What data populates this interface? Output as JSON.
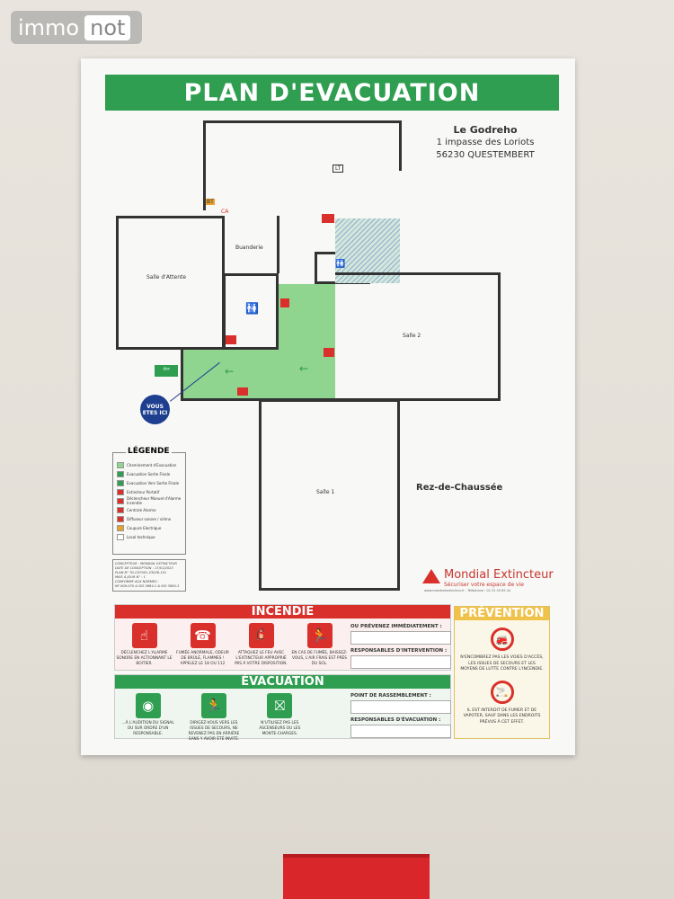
{
  "watermark": {
    "a": "immo",
    "b": "not"
  },
  "poster": {
    "title": "PLAN  D'EVACUATION",
    "address": {
      "name": "Le Godreho",
      "street": "1 impasse des Loriots",
      "city": "56230 QUESTEMBERT"
    },
    "rooms": {
      "lt": "LT",
      "buanderie": "Buanderie",
      "salle_attente": "Salle d'Attente",
      "salle2": "Salle 2",
      "salle1": "Salle 1",
      "bt": "BT",
      "ca": "CA"
    },
    "you_are_here": "VOUS ETES ICI",
    "floor_label": "Rez-de-Chaussée",
    "legend": {
      "title": "LÉGENDE",
      "items": [
        {
          "label": "Cheminement d'Evacuation",
          "color": "#8fd48f"
        },
        {
          "label": "Evacuation Sortie Finale",
          "color": "#2f9e50"
        },
        {
          "label": "Evacuation Vers Sortie Finale",
          "color": "#2f9e50"
        },
        {
          "label": "Extincteur Portatif",
          "color": "#d9302c"
        },
        {
          "label": "Déclencheur Manuel d'Alarme Incendie",
          "color": "#d9302c"
        },
        {
          "label": "Centrale Alarme",
          "color": "#d9302c"
        },
        {
          "label": "Diffuseur sonore / sirène",
          "color": "#d9302c"
        },
        {
          "label": "Coupure Electrique",
          "color": "#e8a030"
        },
        {
          "label": "Local technique",
          "color": "#ffffff"
        }
      ]
    },
    "info": [
      "CONCEPTEUR : MONDIAL EXTINCTEUR",
      "DATE DE CONCEPTION : 17/01/2023",
      "PLAN N° TG-C07001-23026-101",
      "MISE À JOUR N° : 1",
      "CONFORME AUX NORMES :",
      "NF X08-070 & ISO 3864-1 & ISO 3864-3"
    ],
    "brand": {
      "name": "Mondial Extincteur",
      "tagline": "Sécuriser votre espace de vie",
      "contact": "www.mondialextincteur.fr - Téléphone : 02 22 49 85 44"
    },
    "incendie": {
      "title": "INCENDIE",
      "color": "#d9302c",
      "items": [
        {
          "icon": "alarm-button-icon",
          "text": "DÉCLENCHEZ L'ALARME SONORE EN ACTIONNANT LE BOITIER."
        },
        {
          "icon": "phone-icon",
          "text": "FUMÉE ANORMALE, ODEUR DE BRÛLÉ, FLAMMES ! APPELEZ LE 18 OU 112"
        },
        {
          "icon": "extinguisher-icon",
          "text": "ATTAQUEZ LE FEU AVEC L'EXTINCTEUR APPROPRIÉ MIS À VOTRE DISPOSITION."
        },
        {
          "icon": "smoke-icon",
          "text": "EN CAS DE FUMÉE, BAISSEZ-VOUS, L'AIR FRAIS EST PRÈS DU SOL."
        }
      ],
      "field1": "OU PRÉVENEZ IMMÉDIATEMENT :",
      "field2": "RESPONSABLES D'INTERVENTION :"
    },
    "evacuation": {
      "title": "ÉVACUATION",
      "color": "#2f9e50",
      "items": [
        {
          "icon": "signal-icon",
          "text": "...À L'AUDITION DU SIGNAL OU SUR ORDRE D'UN RESPONSABLE."
        },
        {
          "icon": "exit-icon",
          "text": "DIRIGEZ-VOUS VERS LES ISSUES DE SECOURS, NE REVENEZ PAS EN ARRIÈRE SANS Y AVOIR ÉTÉ INVITÉ."
        },
        {
          "icon": "no-elevator-icon",
          "text": "N'UTILISEZ PAS LES ASCENSEURS OU LES MONTE-CHARGES."
        }
      ],
      "field1": "POINT DE RASSEMBLEMENT :",
      "field2": "RESPONSABLES D'ÉVACUATION :"
    },
    "prevention": {
      "title": "PRÉVENTION",
      "color": "#f0c24a",
      "items": [
        {
          "icon": "no-obstruction-icon",
          "text": "N'ENCOMBREZ PAS LES VOIES D'ACCÈS, LES ISSUES DE SECOURS ET LES MOYENS DE LUTTE CONTRE L'INCENDIE."
        },
        {
          "icon": "no-smoking-icon",
          "text": "IL EST INTERDIT DE FUMER ET DE VAPOTER, SAUF DANS LES ENDROITS PRÉVUS À CET EFFET."
        }
      ]
    }
  }
}
